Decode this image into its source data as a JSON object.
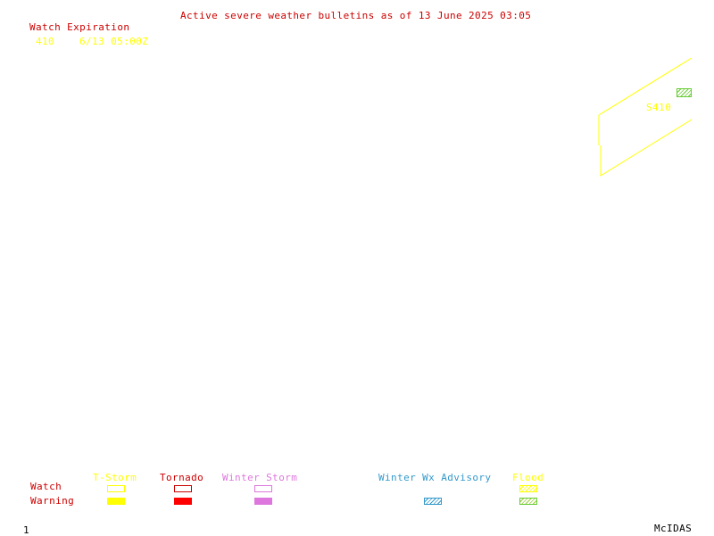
{
  "header": {
    "title": "Active severe weather bulletins as of 13 June 2025 03:05",
    "title_color": "#cc0000"
  },
  "watch_expiration": {
    "heading": "Watch Expiration",
    "heading_color": "#cc0000",
    "entries": [
      {
        "id": "410",
        "expires": "6/13 05:00Z",
        "color": "#ffff00"
      }
    ]
  },
  "map": {
    "watch_box_label": "S410",
    "watch_box_color": "#ffff00",
    "flood_marker_color": "#66cc33",
    "flood_marker_icon": "hatched-box-icon"
  },
  "legend": {
    "row_labels": {
      "watch": "Watch",
      "warning": "Warning"
    },
    "row_label_color": "#cc0000",
    "categories": [
      {
        "key": "tstorm",
        "label": "T-Storm",
        "color": "#ffff00",
        "watch_style": "outline",
        "warning_style": "solid"
      },
      {
        "key": "tornado",
        "label": "Tornado",
        "color": "#ff0000",
        "warning_color": "#ff0000",
        "label_color": "#cc0000",
        "watch_style": "outline",
        "warning_style": "solid"
      },
      {
        "key": "winter-storm",
        "label": "Winter Storm",
        "color": "#dd77dd",
        "watch_style": "outline",
        "warning_style": "solid"
      },
      {
        "key": "winter-wx-advisory",
        "label": "Winter Wx Advisory",
        "color": "#3399cc",
        "warning_style": "hatched"
      },
      {
        "key": "flood",
        "label": "Flood",
        "color": "#ffff00",
        "hatch_color": "#99cc33",
        "watch_style": "hatched",
        "warning_style": "hatched"
      }
    ]
  },
  "footer": {
    "frame_number": "1",
    "software": "McIDAS"
  }
}
